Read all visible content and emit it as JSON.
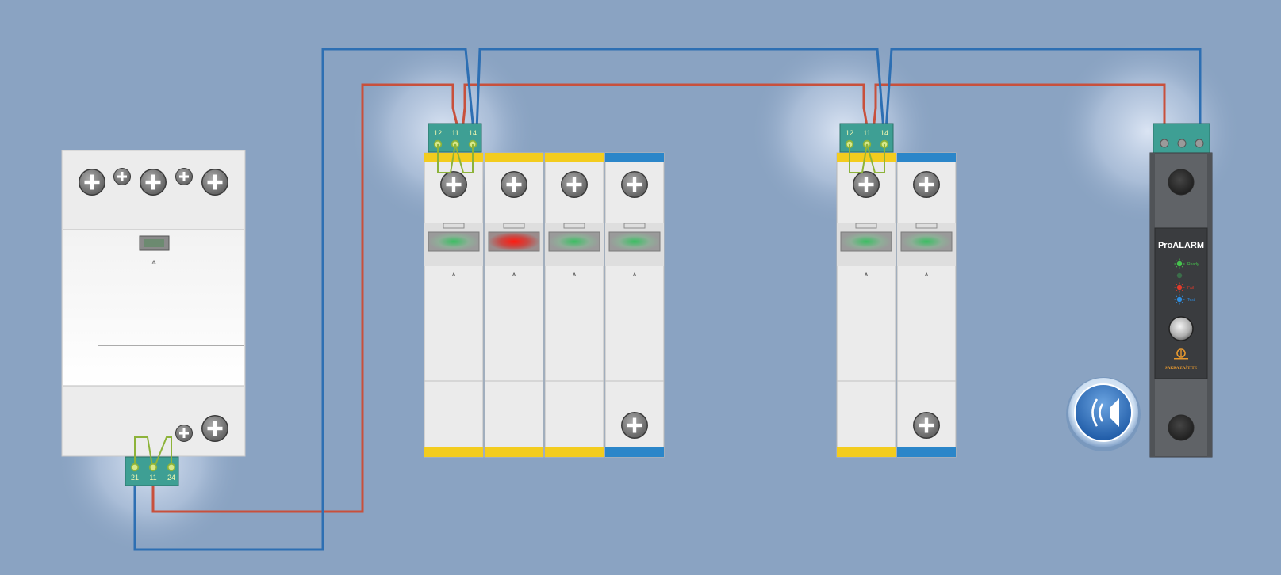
{
  "colors": {
    "background": "#8aa3c2",
    "wire_blue": "#2d6fb3",
    "wire_red": "#c8503c",
    "terminal_green": "#3e9f94",
    "stripe_yellow": "#f3cc1e",
    "stripe_blue": "#2b86c9",
    "led_ok": "#43b86a",
    "led_fault": "#e4231a",
    "module_body": "#ebebeb",
    "alarm_body": "#5e6165"
  },
  "relay_module": {
    "terminal_labels": [
      "21",
      "11",
      "24"
    ],
    "warning_glyph": "⩚"
  },
  "spd_group_left": {
    "terminal_labels": [
      "12",
      "11",
      "14"
    ],
    "modules": [
      {
        "stripe": "yellow",
        "status": "ok"
      },
      {
        "stripe": "yellow",
        "status": "fault"
      },
      {
        "stripe": "yellow",
        "status": "ok"
      },
      {
        "stripe": "blue",
        "status": "ok"
      }
    ]
  },
  "spd_group_right": {
    "terminal_labels": [
      "12",
      "11",
      "14"
    ],
    "modules": [
      {
        "stripe": "yellow",
        "status": "ok"
      },
      {
        "stripe": "blue",
        "status": "ok"
      }
    ]
  },
  "spd_warning_glyph": "⩚",
  "proalarm": {
    "title": "ProALARM",
    "leds": [
      {
        "label": "Ready",
        "color": "#46c24d"
      },
      {
        "label": "",
        "color": "#3b6e4a"
      },
      {
        "label": "Fail",
        "color": "#e23b2b"
      },
      {
        "label": "Test",
        "color": "#2f8fe0"
      }
    ],
    "brand": "SAKRA ZAŠTITE",
    "icons": [
      "mount-hole-icon",
      "test-button-icon",
      "brand-logo-icon"
    ]
  },
  "sound_button": {
    "icon": "speaker-icon"
  }
}
